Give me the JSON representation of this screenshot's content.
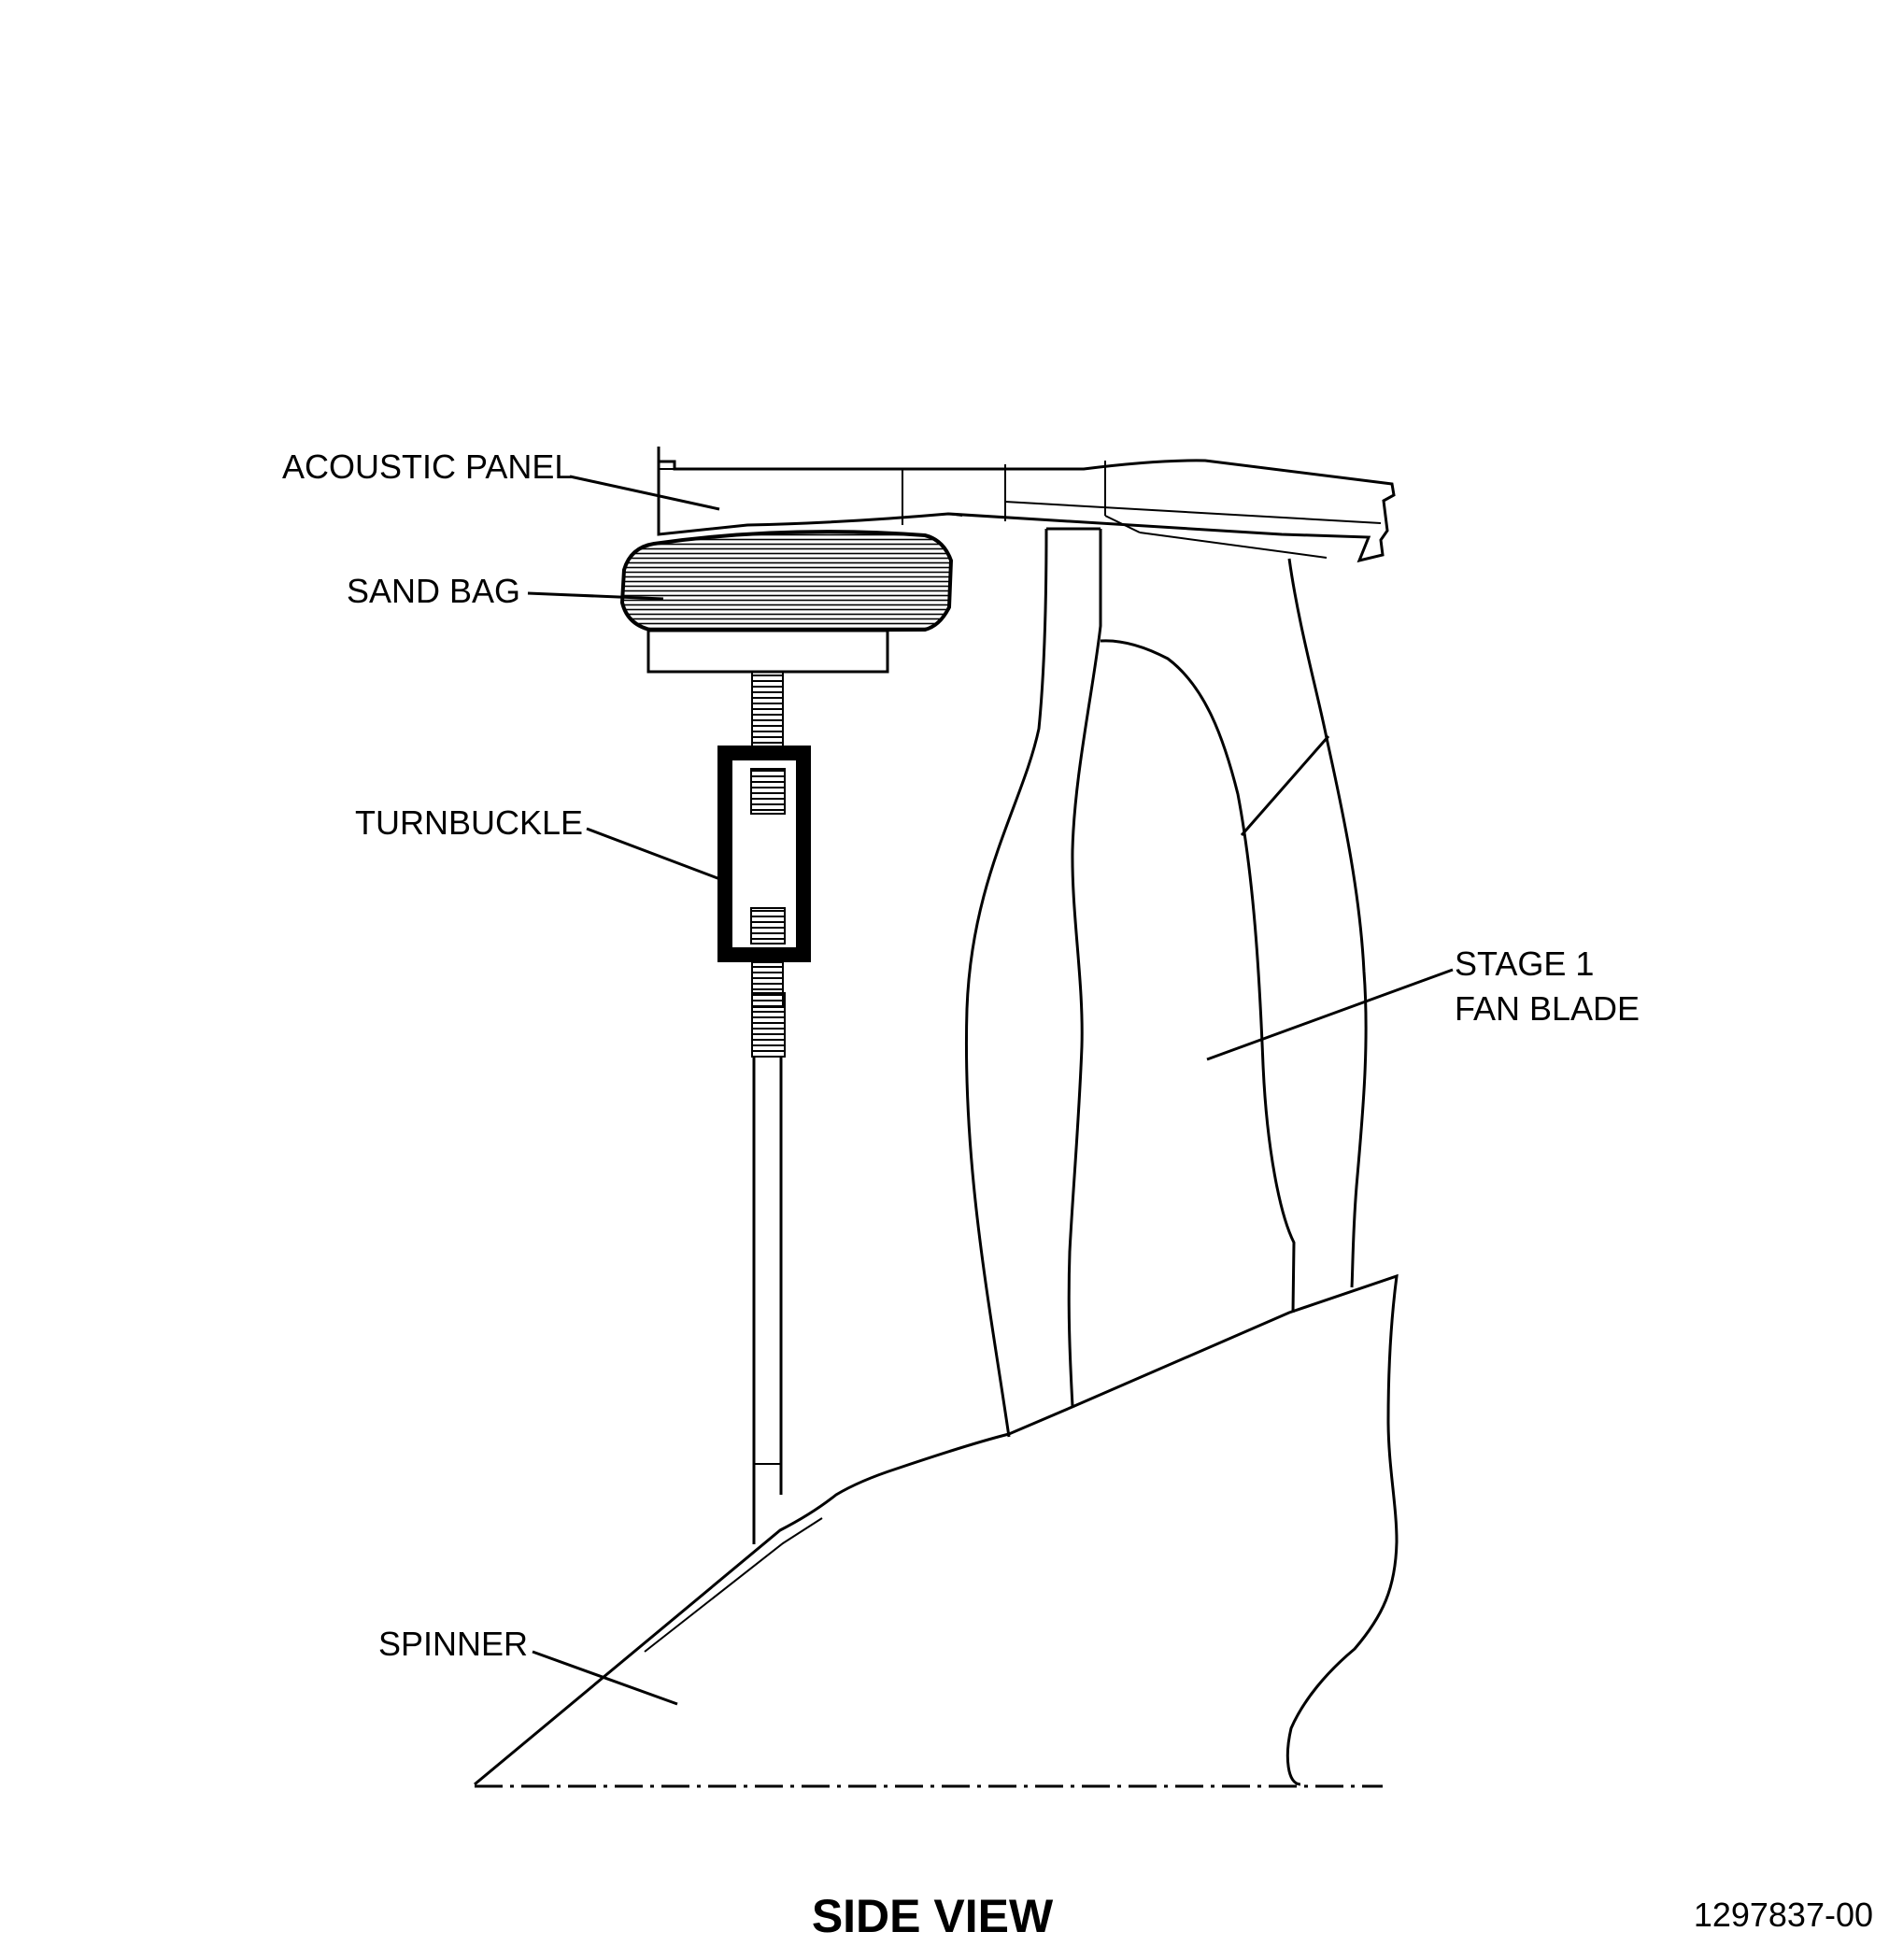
{
  "labels": {
    "acoustic_panel": "ACOUSTIC PANEL",
    "sand_bag": "SAND BAG",
    "turnbuckle": "TURNBUCKLE",
    "fan_blade_line1": "STAGE 1",
    "fan_blade_line2": "FAN BLADE",
    "spinner": "SPINNER"
  },
  "view_title": "SIDE VIEW",
  "figure_number": "1297837-00",
  "colors": {
    "line": "#000000",
    "background": "#ffffff"
  }
}
